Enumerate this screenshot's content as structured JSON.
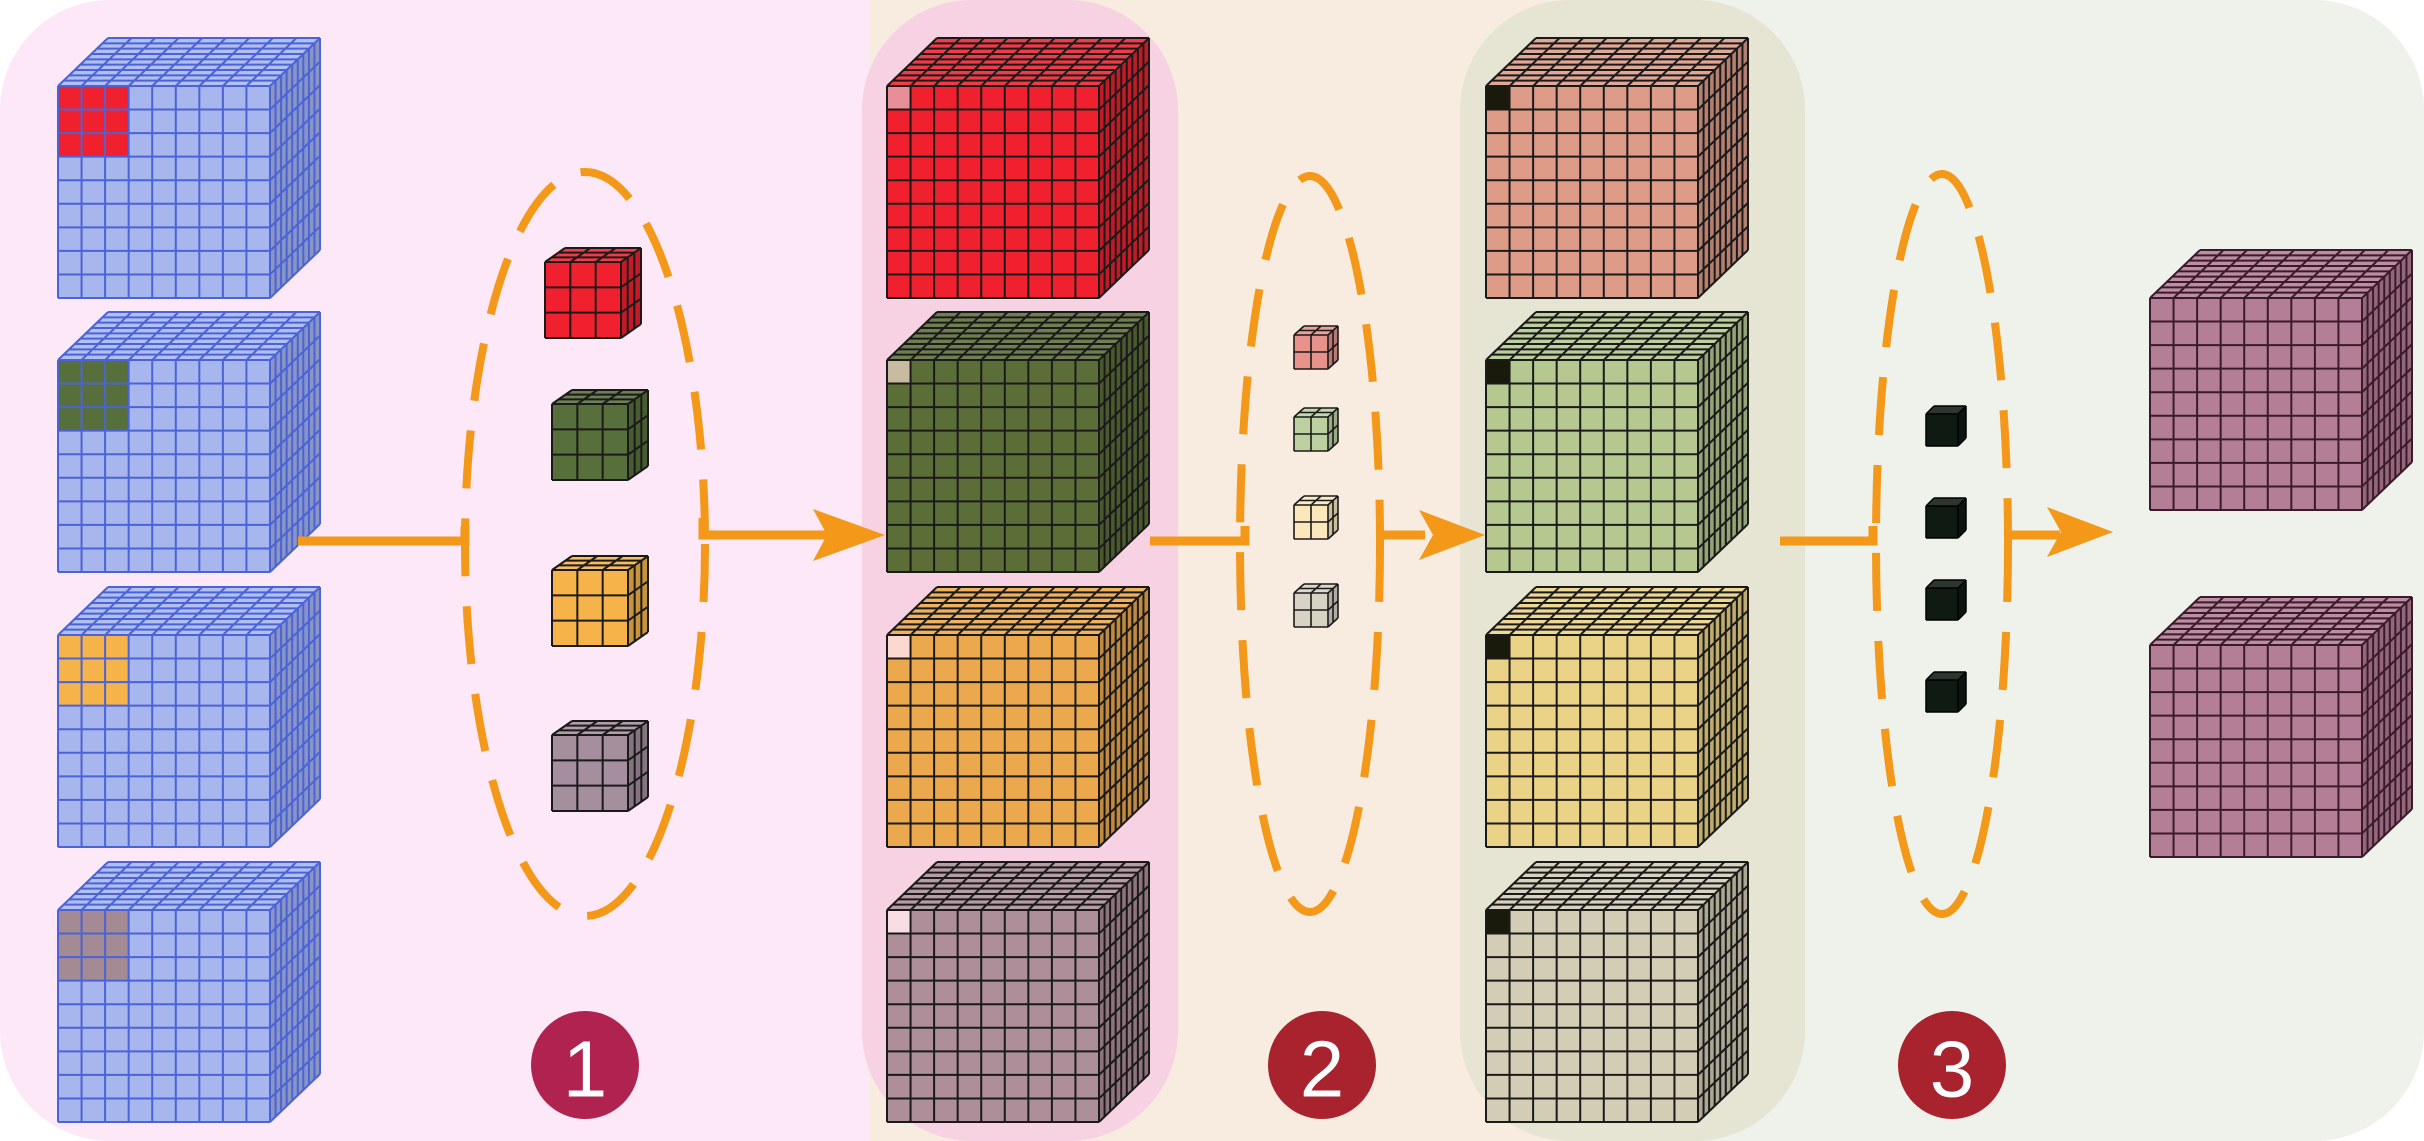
{
  "diagram": {
    "steps": [
      {
        "label": "1",
        "badge_color": "#b0224f"
      },
      {
        "label": "2",
        "badge_color": "#a8232e"
      },
      {
        "label": "3",
        "badge_color": "#a8232e"
      }
    ],
    "colors": {
      "bg_zone_1": "#fde8f7",
      "bg_zone_2": "#f8ece0",
      "bg_zone_3": "#eef2ea",
      "bg_panel_a": "#f6d2e2",
      "bg_panel_b": "#e6e4d2",
      "arrow": "#f39819",
      "dashed_ellipse": "#f39819",
      "input_cube": "#a8b6ee",
      "input_cube_stroke": "#4a63d6"
    },
    "column_1_input_cubes": [
      {
        "name": "input-cube-red",
        "patch": "#f0202e"
      },
      {
        "name": "input-cube-green",
        "patch": "#57703b"
      },
      {
        "name": "input-cube-orange",
        "patch": "#f5b349"
      },
      {
        "name": "input-cube-mauve",
        "patch": "#a38a93"
      }
    ],
    "step_1_kernels": [
      {
        "name": "kernel-red",
        "color": "#f0202e"
      },
      {
        "name": "kernel-green",
        "color": "#57703b"
      },
      {
        "name": "kernel-orange",
        "color": "#f5b349"
      },
      {
        "name": "kernel-mauve",
        "color": "#a58e9e"
      }
    ],
    "column_2_feature_cubes": [
      {
        "name": "feature-cube-red",
        "color": "#f0202e",
        "corner": "#e78e98"
      },
      {
        "name": "feature-cube-green",
        "color": "#5c6e38",
        "corner": "#c9bba0"
      },
      {
        "name": "feature-cube-orange",
        "color": "#eca84c",
        "corner": "#fcd8d0"
      },
      {
        "name": "feature-cube-mauve",
        "color": "#ae8e99",
        "corner": "#f8dde4"
      }
    ],
    "step_2_kernels": [
      {
        "name": "pointwise-kernel-salmon",
        "color": "#e7928a"
      },
      {
        "name": "pointwise-kernel-green",
        "color": "#bcd0a0"
      },
      {
        "name": "pointwise-kernel-cream",
        "color": "#fae8bc"
      },
      {
        "name": "pointwise-kernel-gray",
        "color": "#d8d2c4"
      }
    ],
    "column_3_feature_cubes": [
      {
        "name": "mixed-cube-salmon",
        "color": "#de9c88",
        "corner": "#1a1a0c"
      },
      {
        "name": "mixed-cube-green",
        "color": "#b4c890",
        "corner": "#1a1a0c"
      },
      {
        "name": "mixed-cube-yellow",
        "color": "#ead386",
        "corner": "#1a1a0c"
      },
      {
        "name": "mixed-cube-gray",
        "color": "#d3cdb5",
        "corner": "#1a1a0c"
      }
    ],
    "step_3_kernels": [
      {
        "name": "black-kernel-1",
        "color": "#0f1a12"
      },
      {
        "name": "black-kernel-2",
        "color": "#0f1a12"
      },
      {
        "name": "black-kernel-3",
        "color": "#0f1a12"
      },
      {
        "name": "black-kernel-4",
        "color": "#0f1a12"
      }
    ],
    "output_cubes": [
      {
        "name": "output-cube-1",
        "color": "#b47e97"
      },
      {
        "name": "output-cube-2",
        "color": "#b47e97"
      }
    ]
  }
}
